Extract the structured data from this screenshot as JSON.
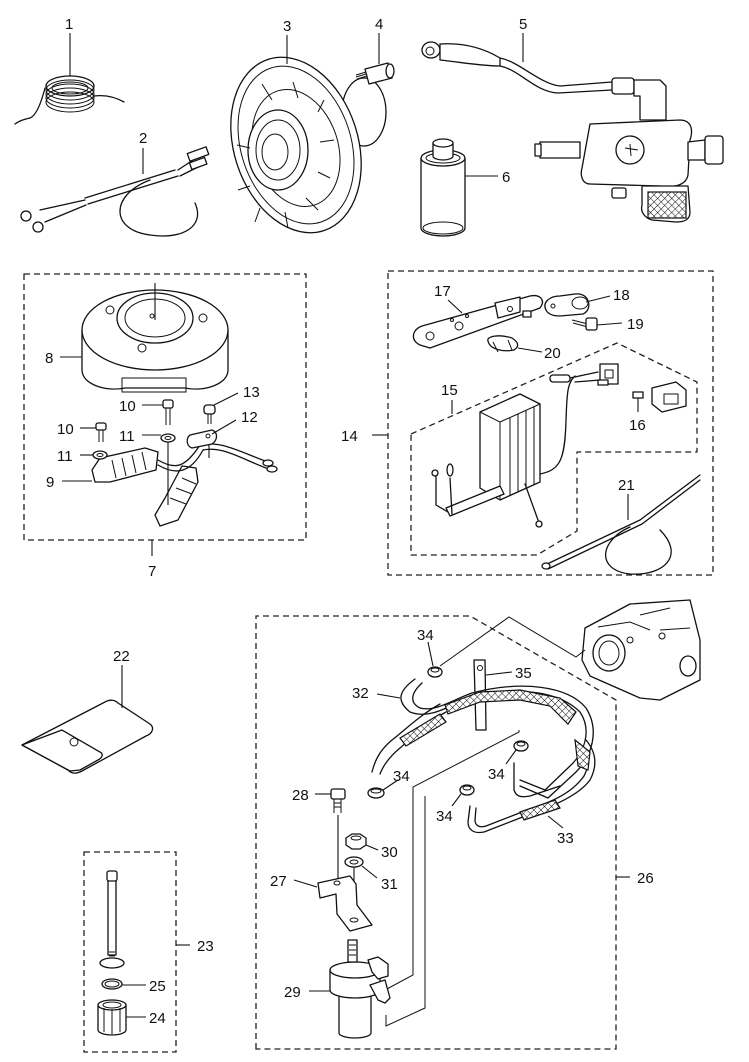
{
  "diagram": {
    "type": "exploded parts diagram",
    "callouts": {
      "c1": "1",
      "c2": "2",
      "c3": "3",
      "c4": "4",
      "c5": "5",
      "c6": "6",
      "c7": "7",
      "c8": "8",
      "c9": "9",
      "c10a": "10",
      "c10b": "10",
      "c11a": "11",
      "c11b": "11",
      "c12": "12",
      "c13": "13",
      "c14": "14",
      "c15": "15",
      "c16": "16",
      "c17": "17",
      "c18": "18",
      "c19": "19",
      "c20": "20",
      "c21": "21",
      "c22": "22",
      "c23": "23",
      "c24": "24",
      "c25": "25",
      "c26": "26",
      "c27": "27",
      "c28": "28",
      "c29": "29",
      "c30": "30",
      "c31": "31",
      "c32": "32",
      "c33": "33",
      "c34a": "34",
      "c34b": "34",
      "c34c": "34",
      "c34d": "34",
      "c35": "35"
    },
    "groups": [
      {
        "id": "7",
        "contains": [
          "8",
          "9",
          "10",
          "11",
          "12",
          "13"
        ]
      },
      {
        "id": "14",
        "contains": [
          "15",
          "16",
          "17",
          "18",
          "19",
          "20",
          "21"
        ]
      },
      {
        "id": "23",
        "contains": [
          "24",
          "25"
        ]
      },
      {
        "id": "26",
        "contains": [
          "27",
          "28",
          "29",
          "30",
          "31",
          "32",
          "33",
          "34",
          "35"
        ]
      }
    ],
    "parts": [
      {
        "num": "1",
        "icon": "spring-icon"
      },
      {
        "num": "2",
        "icon": "wire-harness-icon"
      },
      {
        "num": "3",
        "icon": "starter-pulley-icon"
      },
      {
        "num": "4",
        "icon": "stud-icon"
      },
      {
        "num": "5",
        "icon": "primer-pump-icon"
      },
      {
        "num": "6",
        "icon": "can-icon"
      },
      {
        "num": "8",
        "icon": "flywheel-icon"
      },
      {
        "num": "9",
        "icon": "coil-icon"
      },
      {
        "num": "10",
        "icon": "screw-icon"
      },
      {
        "num": "11",
        "icon": "washer-icon"
      },
      {
        "num": "12",
        "icon": "clamp-icon"
      },
      {
        "num": "13",
        "icon": "bolt-icon"
      },
      {
        "num": "15",
        "icon": "rectifier-icon"
      },
      {
        "num": "16",
        "icon": "fuse-icon"
      },
      {
        "num": "17",
        "icon": "bracket-plate-icon"
      },
      {
        "num": "18",
        "icon": "cable-clamp-icon"
      },
      {
        "num": "19",
        "icon": "bolt-icon"
      },
      {
        "num": "20",
        "icon": "clip-icon"
      },
      {
        "num": "21",
        "icon": "cable-icon"
      },
      {
        "num": "22",
        "icon": "pouch-icon"
      },
      {
        "num": "24",
        "icon": "nut-cap-icon"
      },
      {
        "num": "25",
        "icon": "o-ring-icon"
      },
      {
        "num": "27",
        "icon": "bracket-icon"
      },
      {
        "num": "28",
        "icon": "bolt-icon"
      },
      {
        "num": "29",
        "icon": "fuel-filter-icon"
      },
      {
        "num": "30",
        "icon": "nut-icon"
      },
      {
        "num": "31",
        "icon": "washer-icon"
      },
      {
        "num": "32",
        "icon": "fuel-hose-icon"
      },
      {
        "num": "33",
        "icon": "fuel-hose-icon"
      },
      {
        "num": "34",
        "icon": "hose-clip-icon"
      },
      {
        "num": "35",
        "icon": "hose-guide-icon"
      }
    ]
  }
}
